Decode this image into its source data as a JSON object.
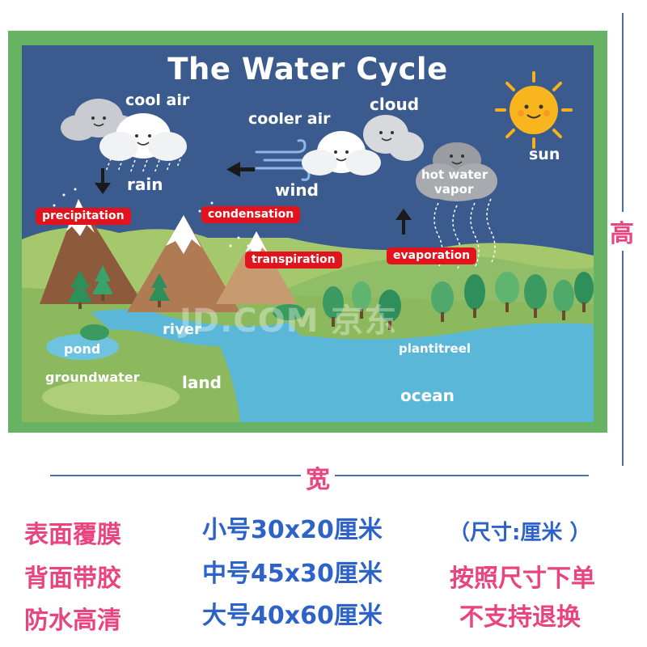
{
  "poster": {
    "title": "The Water Cycle",
    "labels": {
      "cool_air": "cool air",
      "cooler_air": "cooler air",
      "cloud": "cloud",
      "sun": "sun",
      "rain": "rain",
      "wind": "wind",
      "hot_water_vapor_1": "hot water",
      "hot_water_vapor_2": "vapor",
      "river": "river",
      "pond": "pond",
      "groundwater": "groundwater",
      "land": "land",
      "plant_tree": "plantitreel",
      "ocean": "ocean"
    },
    "tags": {
      "precipitation": "precipitation",
      "condensation": "condensation",
      "transpiration": "transpiration",
      "evaporation": "evaporation"
    },
    "watermark": "JD.COM 京东"
  },
  "dimensions": {
    "height_label": "高",
    "width_label": "宽"
  },
  "info": {
    "left": [
      "表面覆膜",
      "背面带胶",
      "防水高清"
    ],
    "middle": [
      "小号30x20厘米",
      "中号45x30厘米",
      "大号40x60厘米"
    ],
    "right": [
      "（尺寸:厘米 ）",
      "按照尺寸下单",
      "不支持退换"
    ]
  },
  "colors": {
    "frame_green": "#67b363",
    "sky_blue": "#3b5b8f",
    "tag_red": "#e3131d",
    "pink_text": "#e9447d",
    "blue_text": "#2d63c8"
  }
}
